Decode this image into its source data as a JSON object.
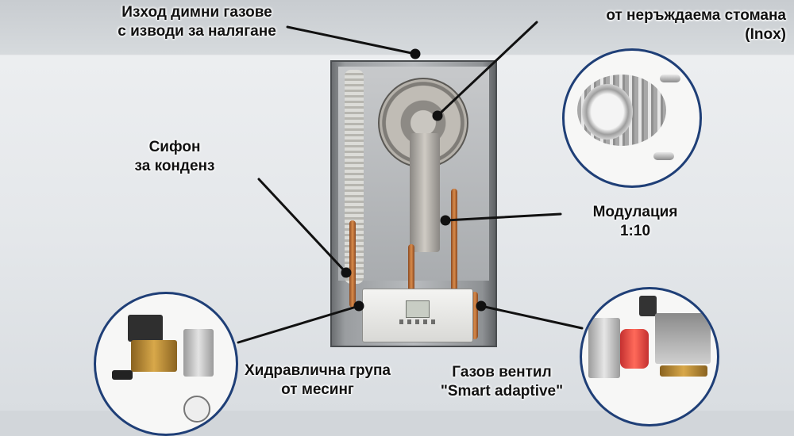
{
  "labels": {
    "flue_line1": "Изход димни газове",
    "flue_line2": "с изводи за налягане",
    "steel_line1": "от неръждаема стомана",
    "steel_line2": "(Inox)",
    "siphon_line1": "Сифон",
    "siphon_line2": "за конденз",
    "modulation_line1": "Модулация",
    "modulation_line2": "1:10",
    "hydraulic_line1": "Хидравлична група",
    "hydraulic_line2": "от месинг",
    "gas_line1": "Газов вентил",
    "gas_line2": "\"Smart adaptive\""
  },
  "colors": {
    "circle_border": "#1f3f77",
    "leader_line": "#111111",
    "top_band": "#d2d6da"
  },
  "icons": {
    "heat_exchanger": "stainless-coil",
    "hydraulic_group": "brass-valve-assembly",
    "gas_valve": "gas-valve-assembly"
  }
}
